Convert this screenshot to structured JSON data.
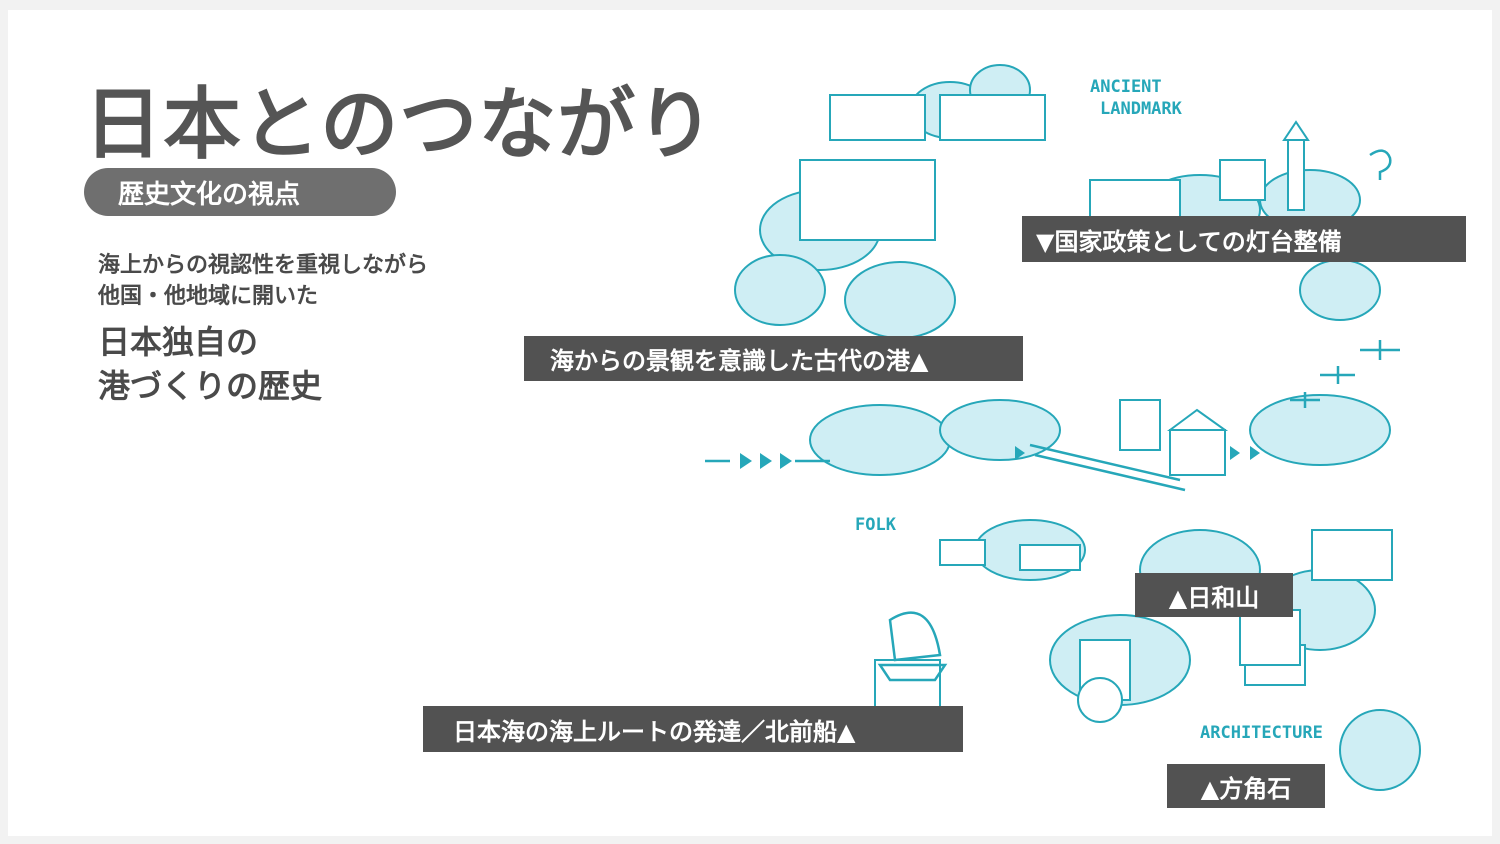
{
  "title": "日本とのつながり",
  "subtitle_pill": "歴史文化の視点",
  "description": "海上からの視認性を重視しながら他国・他地域に開いた",
  "highlight": {
    "line1": "日本独自の",
    "line2": "港づくりの歴史"
  },
  "labels": {
    "national_lighthouse": "▼国家政策としての灯台整備",
    "ancient_port": "海からの景観を意識した古代の港▲",
    "hiyoriyama": "▲日和山",
    "kitamaebune": "日本海の海上ルートの発達／北前船▲",
    "hougakuseki": "▲方角石"
  },
  "illustration": {
    "words": [
      "ANCIENT",
      "LANDMARK",
      "FOLK",
      "ARCHITECTURE"
    ],
    "colors": {
      "line": "#26a7b9",
      "fill": "#cfeef4"
    }
  }
}
